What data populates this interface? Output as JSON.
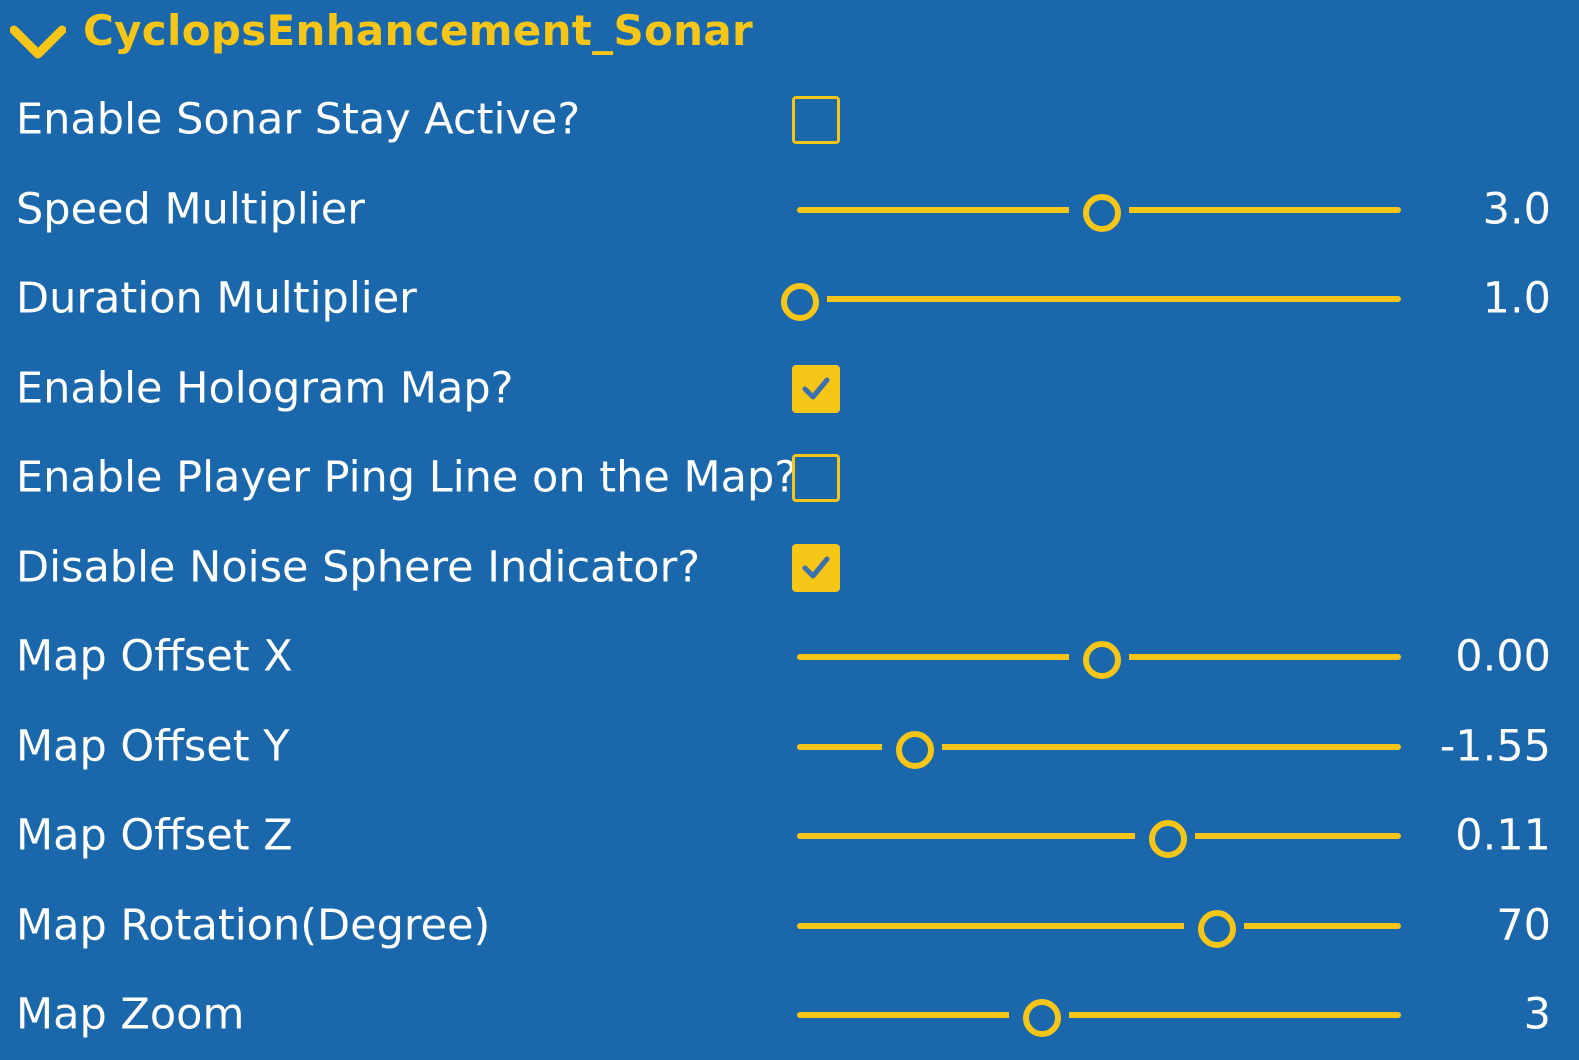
{
  "header": {
    "title": "CyclopsEnhancement_Sonar",
    "icon": "chevron-down-icon",
    "accent_color": "#f5c518",
    "background_color": "#1a68ab"
  },
  "settings": [
    {
      "label": "Enable Sonar Stay Active?",
      "type": "checkbox",
      "checked": false
    },
    {
      "label": "Speed Multiplier",
      "type": "slider",
      "value": "3.0",
      "fraction": 0.5
    },
    {
      "label": "Duration Multiplier",
      "type": "slider",
      "value": "1.0",
      "fraction": 0.0
    },
    {
      "label": "Enable Hologram Map?",
      "type": "checkbox",
      "checked": true
    },
    {
      "label": "Enable Player Ping Line on the Map?",
      "type": "checkbox",
      "checked": false
    },
    {
      "label": "Disable Noise Sphere Indicator?",
      "type": "checkbox",
      "checked": true
    },
    {
      "label": "Map Offset X",
      "type": "slider",
      "value": "0.00",
      "fraction": 0.5
    },
    {
      "label": "Map Offset Y",
      "type": "slider",
      "value": "-1.55",
      "fraction": 0.19
    },
    {
      "label": "Map Offset Z",
      "type": "slider",
      "value": "0.11",
      "fraction": 0.61
    },
    {
      "label": "Map Rotation(Degree)",
      "type": "slider",
      "value": "70",
      "fraction": 0.69
    },
    {
      "label": "Map Zoom",
      "type": "slider",
      "value": "3",
      "fraction": 0.4
    }
  ]
}
